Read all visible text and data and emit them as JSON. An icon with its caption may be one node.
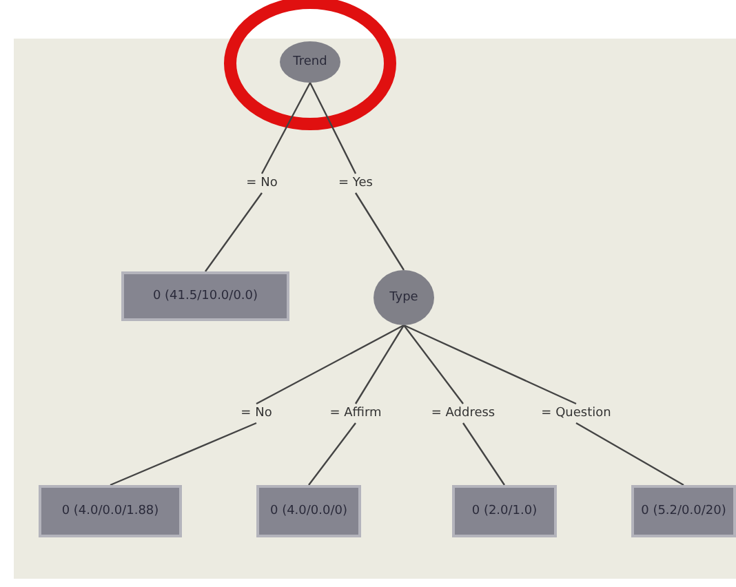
{
  "diagram": {
    "nodes": [
      {
        "text": [
          "Trend"
        ]
      },
      {
        "text": [
          "0 (41.5/10.0/0.0)"
        ]
      },
      {
        "text": [
          "Type"
        ]
      },
      {
        "text": [
          "0 (4.0/0.0/1.88)"
        ]
      },
      {
        "text": [
          "0 (4.0/0.0/0)"
        ]
      },
      {
        "text": [
          "0 (2.0/1.0)"
        ]
      },
      {
        "text": [
          "0 (5.2/0.0/20)"
        ]
      }
    ],
    "edges": [
      {
        "from": 0,
        "to": 1,
        "arrow": "none",
        "label": "= No"
      },
      {
        "from": 0,
        "to": 2,
        "arrow": "none",
        "label": "= Yes"
      },
      {
        "from": 2,
        "to": 3,
        "arrow": "none",
        "label": "= No"
      },
      {
        "from": 2,
        "to": 4,
        "arrow": "none",
        "label": "= Affirm"
      },
      {
        "from": 2,
        "to": 5,
        "arrow": "none",
        "label": "= Address"
      },
      {
        "from": 2,
        "to": 6,
        "arrow": "none",
        "label": "= Question"
      }
    ]
  }
}
